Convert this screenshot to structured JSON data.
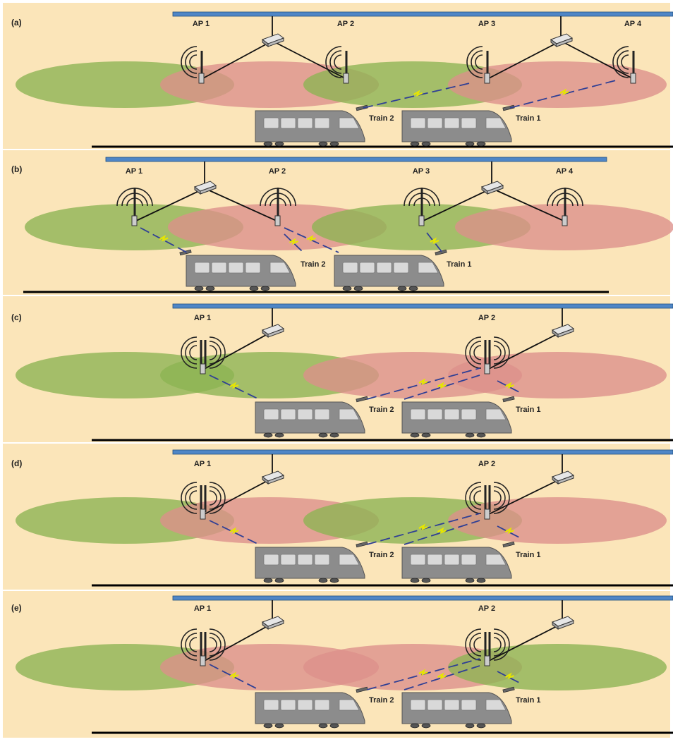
{
  "colors": {
    "background": "#fbe5b9",
    "cell_green": "#8cb452",
    "cell_red": "#dd8f8a",
    "train_body": "#8c8c8c",
    "window": "#d9d9d9",
    "wireless_link": "#2f3f95",
    "lightning": "#e6e600",
    "backbone": "#4f86c6",
    "track": "#000000"
  },
  "panels": [
    {
      "id": "a",
      "label": "(a)",
      "access_points": [
        {
          "name": "AP 1"
        },
        {
          "name": "AP 2"
        },
        {
          "name": "AP 3"
        },
        {
          "name": "AP 4"
        }
      ],
      "trains": [
        {
          "name": "Train 2"
        },
        {
          "name": "Train 1"
        }
      ]
    },
    {
      "id": "b",
      "label": "(b)",
      "access_points": [
        {
          "name": "AP 1"
        },
        {
          "name": "AP 2"
        },
        {
          "name": "AP 3"
        },
        {
          "name": "AP 4"
        }
      ],
      "trains": [
        {
          "name": "Train 2"
        },
        {
          "name": "Train 1"
        }
      ]
    },
    {
      "id": "c",
      "label": "(c)",
      "access_points": [
        {
          "name": "AP 1"
        },
        {
          "name": "AP 2"
        }
      ],
      "trains": [
        {
          "name": "Train 2"
        },
        {
          "name": "Train 1"
        }
      ]
    },
    {
      "id": "d",
      "label": "(d)",
      "access_points": [
        {
          "name": "AP 1"
        },
        {
          "name": "AP 2"
        }
      ],
      "trains": [
        {
          "name": "Train 2"
        },
        {
          "name": "Train 1"
        }
      ]
    },
    {
      "id": "e",
      "label": "(e)",
      "access_points": [
        {
          "name": "AP 1"
        },
        {
          "name": "AP 2"
        }
      ],
      "trains": [
        {
          "name": "Train 2"
        },
        {
          "name": "Train 1"
        }
      ]
    }
  ]
}
